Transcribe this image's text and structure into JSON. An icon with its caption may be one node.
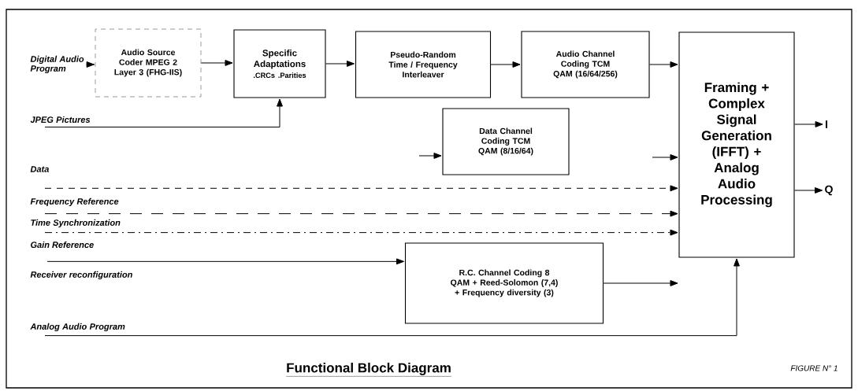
{
  "diagram": {
    "title": "Functional Block Diagram",
    "nodes": [
      {
        "text": [
          "Digital Audio Program"
        ]
      },
      {
        "text": [
          "Audio Source Coder MPEG 2 Layer 3 (FHG-IIS)"
        ]
      },
      {
        "text": [
          "Specific Adaptations",
          ".CRCs .Parities"
        ]
      },
      {
        "text": [
          "Pseudo-Random Time / Frequency Interleaver"
        ]
      },
      {
        "text": [
          "Audio Channel Coding TCM QAM (16/64/256)"
        ]
      },
      {
        "text": [
          "Framing + Complex Signal Generation (IFFT) + Analog Audio Processing"
        ]
      },
      {
        "text": [
          "I"
        ]
      },
      {
        "text": [
          "JPEG Pictures"
        ]
      },
      {
        "text": [
          "Data Channel Coding TCM QAM (8/16/64)"
        ]
      },
      {
        "text": [
          "Data"
        ]
      },
      {
        "text": [
          "Q"
        ]
      },
      {
        "text": [
          "Frequency Reference"
        ]
      },
      {
        "text": [
          "Time Synchronization"
        ]
      },
      {
        "text": [
          "R.C. Channel Coding 8 QAM + Reed-Solomon (7,4) + Frequency diversity (3)"
        ]
      },
      {
        "text": [
          "Receiver reconfiguration"
        ]
      },
      {
        "text": [
          "Analog Audio Program"
        ]
      }
    ],
    "edges": [
      {
        "from": 0,
        "to": 1,
        "arrow": "to"
      },
      {
        "from": 1,
        "to": 2,
        "arrow": "to"
      },
      {
        "from": 2,
        "to": 3,
        "arrow": "to"
      },
      {
        "from": 3,
        "to": 4,
        "arrow": "to"
      },
      {
        "from": 4,
        "to": 5,
        "arrow": "to"
      },
      {
        "from": 7,
        "to": 2,
        "arrow": "to"
      },
      {
        "from": null,
        "to": 8,
        "arrow": "to"
      },
      {
        "from": null,
        "to": 5,
        "arrow": "to"
      },
      {
        "from": 5,
        "to": 6,
        "arrow": "to"
      },
      {
        "from": 9,
        "to": 5,
        "arrow": "to",
        "style": "dashed"
      },
      {
        "from": 11,
        "to": 5,
        "arrow": "to",
        "style": "dashed"
      },
      {
        "from": 12,
        "to": 5,
        "arrow": "to",
        "style": "dashed"
      },
      {
        "from": 5,
        "to": 10,
        "arrow": "to"
      },
      {
        "from": 14,
        "to": 13,
        "arrow": "to"
      },
      {
        "from": 13,
        "to": 5,
        "arrow": "to"
      },
      {
        "from": 15,
        "to": 5,
        "arrow": "to"
      }
    ],
    "labels": [
      "Gain Reference",
      "FIGURE N° 1"
    ]
  }
}
